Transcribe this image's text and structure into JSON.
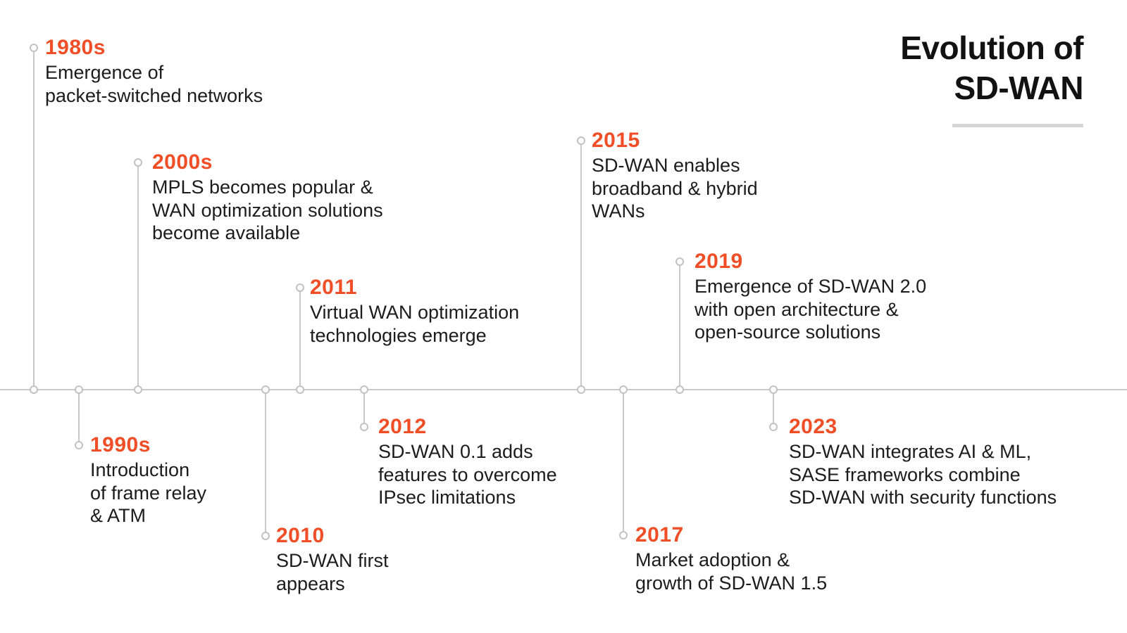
{
  "title": {
    "line1": "Evolution of",
    "line2": "SD-WAN"
  },
  "colors": {
    "accent": "#F04E27",
    "text": "#1C1C1C",
    "line": "#C9C9C9"
  },
  "events": [
    {
      "year": "1980s",
      "description": "Emergence of\npacket-switched networks",
      "side": "top"
    },
    {
      "year": "1990s",
      "description": "Introduction\nof frame relay\n& ATM",
      "side": "bottom"
    },
    {
      "year": "2000s",
      "description": "MPLS becomes popular &\nWAN optimization solutions\nbecome available",
      "side": "top"
    },
    {
      "year": "2010",
      "description": "SD-WAN first\nappears",
      "side": "bottom"
    },
    {
      "year": "2011",
      "description": "Virtual WAN optimization\ntechnologies emerge",
      "side": "top"
    },
    {
      "year": "2012",
      "description": "SD-WAN 0.1 adds\nfeatures to overcome\nIPsec limitations",
      "side": "bottom"
    },
    {
      "year": "2015",
      "description": "SD-WAN enables\nbroadband & hybrid\nWANs",
      "side": "top"
    },
    {
      "year": "2017",
      "description": "Market adoption &\ngrowth of SD-WAN 1.5",
      "side": "bottom"
    },
    {
      "year": "2019",
      "description": "Emergence of SD-WAN 2.0\nwith open architecture &\nopen-source solutions",
      "side": "top"
    },
    {
      "year": "2023",
      "description": "SD-WAN integrates AI & ML,\nSASE frameworks combine\nSD-WAN with security functions",
      "side": "bottom"
    }
  ]
}
